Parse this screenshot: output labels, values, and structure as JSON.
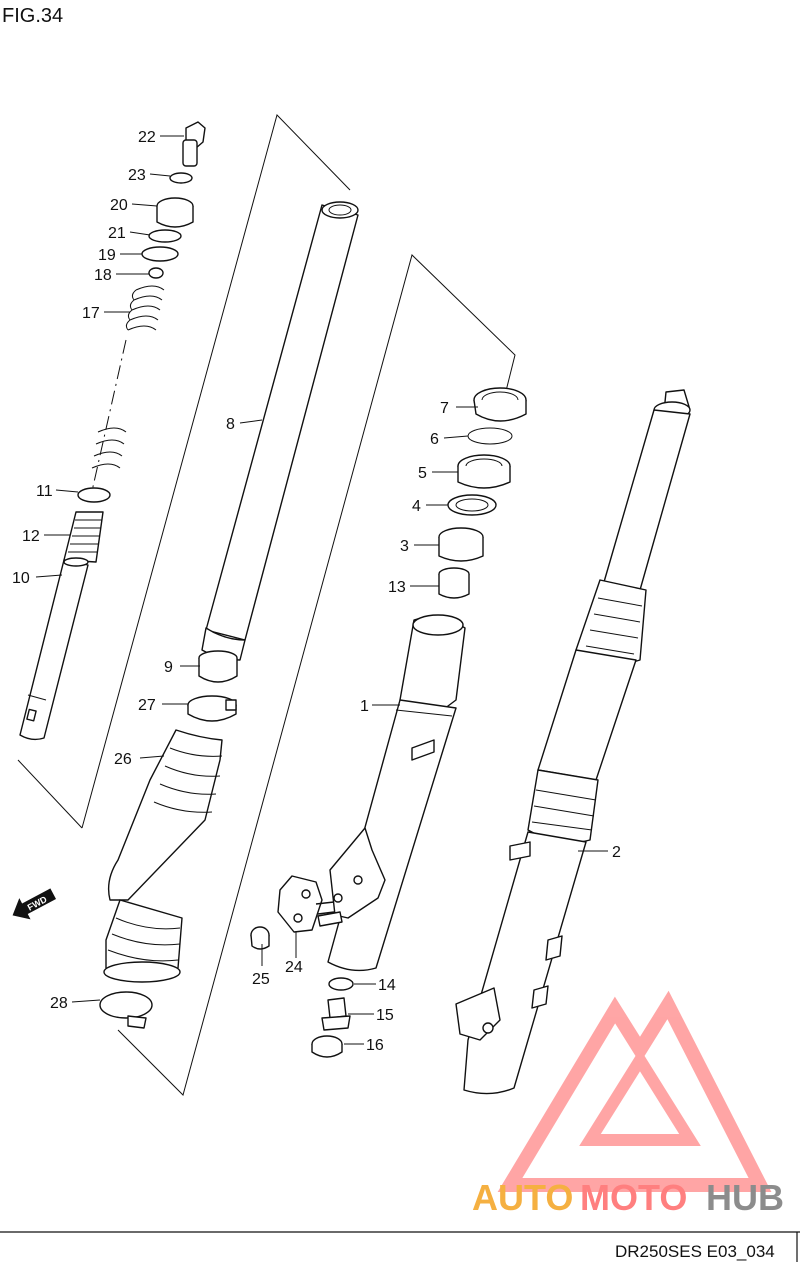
{
  "figure": {
    "title": "FIG.34",
    "code": "DR250SES E03_034",
    "fwd_label": "FWD"
  },
  "watermark": {
    "brand_a": "AUTO",
    "brand_b": "MOTO",
    "brand_c": "HUB",
    "color_a": "#f5b041",
    "color_b": "#ff7f7f",
    "color_c": "#8c8c8c",
    "logo_color": "#ff6b6b"
  },
  "callouts": [
    "22",
    "23",
    "20",
    "21",
    "19",
    "18",
    "17",
    "8",
    "7",
    "6",
    "5",
    "4",
    "3",
    "13",
    "11",
    "12",
    "10",
    "9",
    "1",
    "27",
    "26",
    "2",
    "28",
    "25",
    "24",
    "14",
    "15",
    "16"
  ]
}
